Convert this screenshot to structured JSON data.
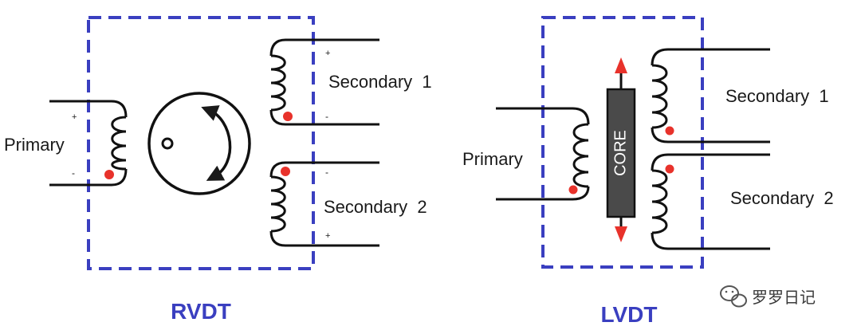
{
  "rvdt": {
    "title": "RVDT",
    "primary_label": "Primary",
    "secondary1_label": "Secondary",
    "secondary1_num": "1",
    "secondary2_label": "Secondary",
    "secondary2_num": "2",
    "primary_plus": "+",
    "primary_minus": "-",
    "s1_plus": "+",
    "s1_minus": "-",
    "s2_minus": "-",
    "s2_plus": "+"
  },
  "lvdt": {
    "title": "LVDT",
    "primary_label": "Primary",
    "core_label": "CORE",
    "secondary1_label": "Secondary",
    "secondary1_num": "1",
    "secondary2_label": "Secondary",
    "secondary2_num": "2"
  },
  "watermark": {
    "text": "罗罗日记",
    "icon": "wechat-icon"
  },
  "colors": {
    "frame": "#3a3fc0",
    "title": "#3a3fc0",
    "dot": "#e8322b",
    "core": "#4a4a4a",
    "arrow": "#e8322b"
  }
}
